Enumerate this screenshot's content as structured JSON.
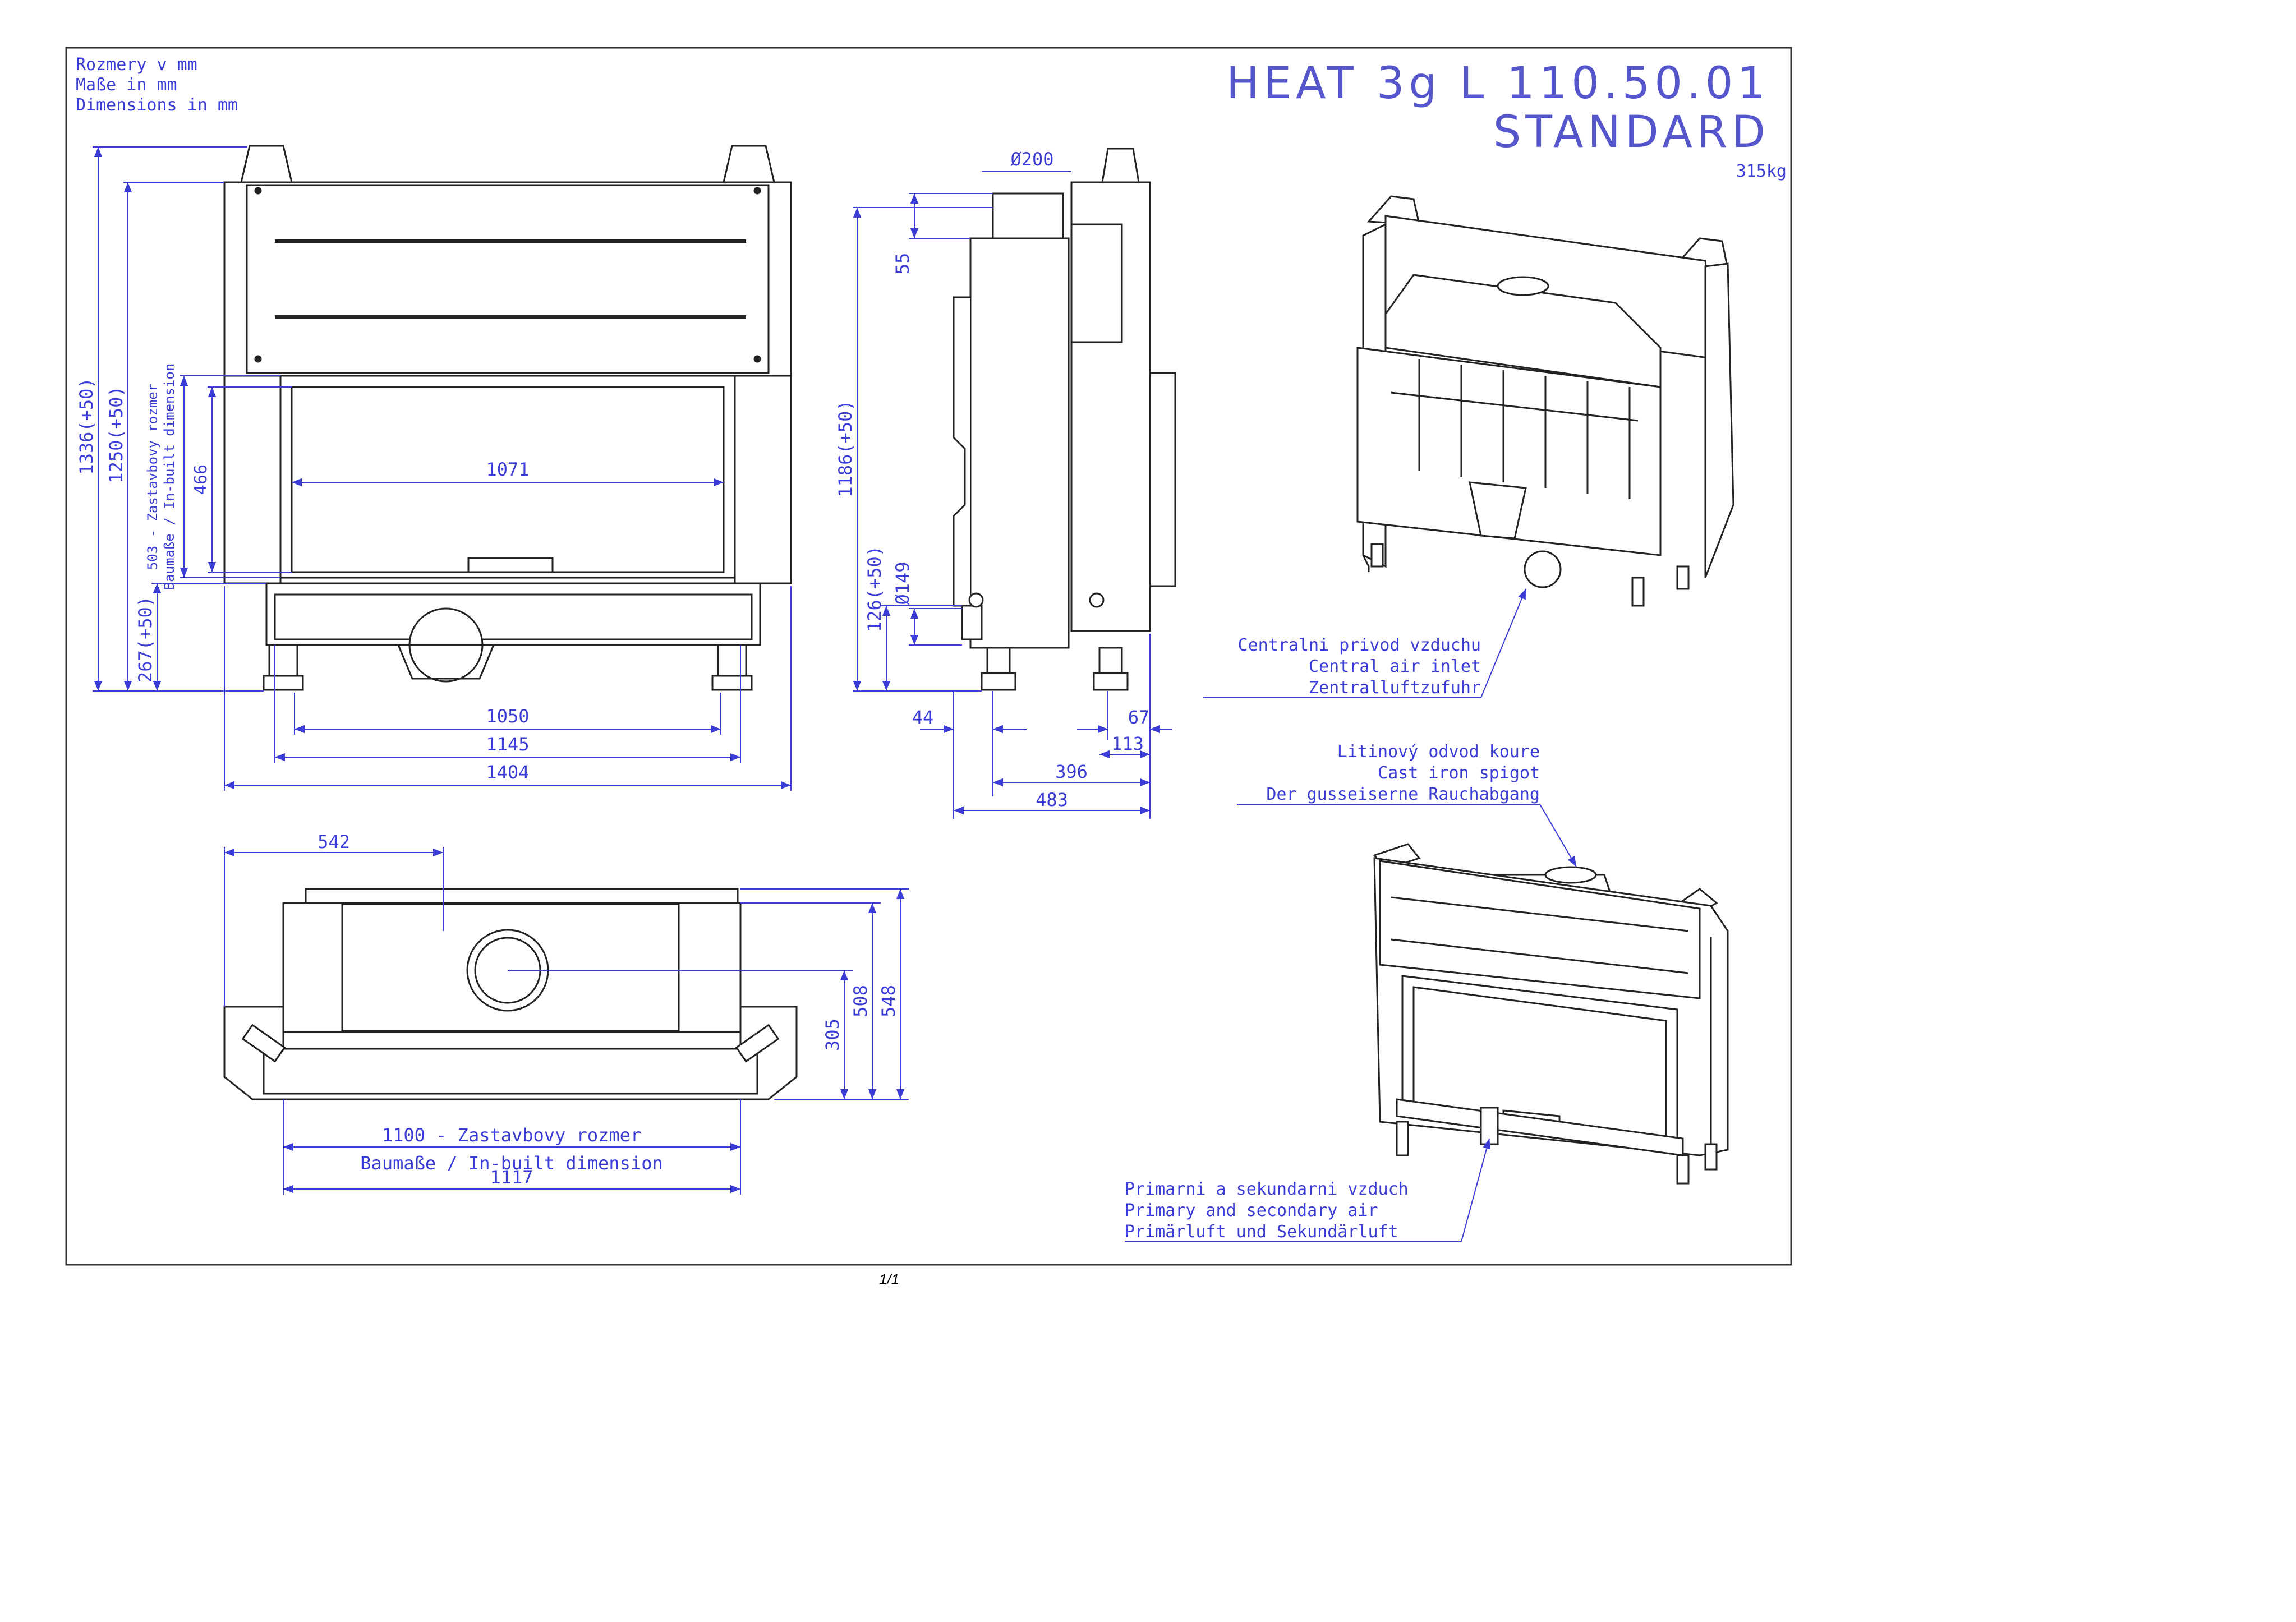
{
  "units_note": [
    "Rozmery v mm",
    "Maße in mm",
    "Dimensions in mm"
  ],
  "title": {
    "model": "HEAT 3g L 110.50.01",
    "variant": "STANDARD",
    "weight": "315kg"
  },
  "front_view": {
    "height_total": "1336(+50)",
    "height_body": "1250(+50)",
    "height_builtin": "503 - Zastavbovy rozmer",
    "height_builtin_2": "Baumaße / In-built dimension",
    "height_glass": "466",
    "height_legs": "267(+50)",
    "width_opening": "1071",
    "width_legs": "1050",
    "width_inner": "1145",
    "width_total": "1404"
  },
  "side_view": {
    "flue_diameter": "Ø200",
    "flue_offset": "55",
    "height": "1186(+50)",
    "air_height": "126(+50)",
    "air_diameter": "Ø149",
    "dim_44": "44",
    "dim_67": "67",
    "dim_113": "113",
    "dim_396": "396",
    "dim_483": "483"
  },
  "top_view": {
    "offset_542": "542",
    "depth_305": "305",
    "depth_508": "508",
    "depth_548": "548",
    "width_builtin": "1100 - Zastavbovy rozmer",
    "width_builtin_2": "Baumaße / In-built dimension",
    "width_total": "1117"
  },
  "callouts": {
    "air_inlet": [
      "Centralni privod vzduchu",
      "Central air inlet",
      "Zentralluftzufuhr"
    ],
    "spigot": [
      "Litinový odvod koure",
      "Cast iron spigot",
      "Der gusseiserne Rauchabgang"
    ],
    "primary_air": [
      "Primarni a sekundarni vzduch",
      "Primary and secondary air",
      "Primärluft und Sekundärluft"
    ]
  },
  "page_number": "1/1",
  "colors": {
    "dimension": "#3b3bd6",
    "line": "#222222",
    "frame": "#333333"
  }
}
